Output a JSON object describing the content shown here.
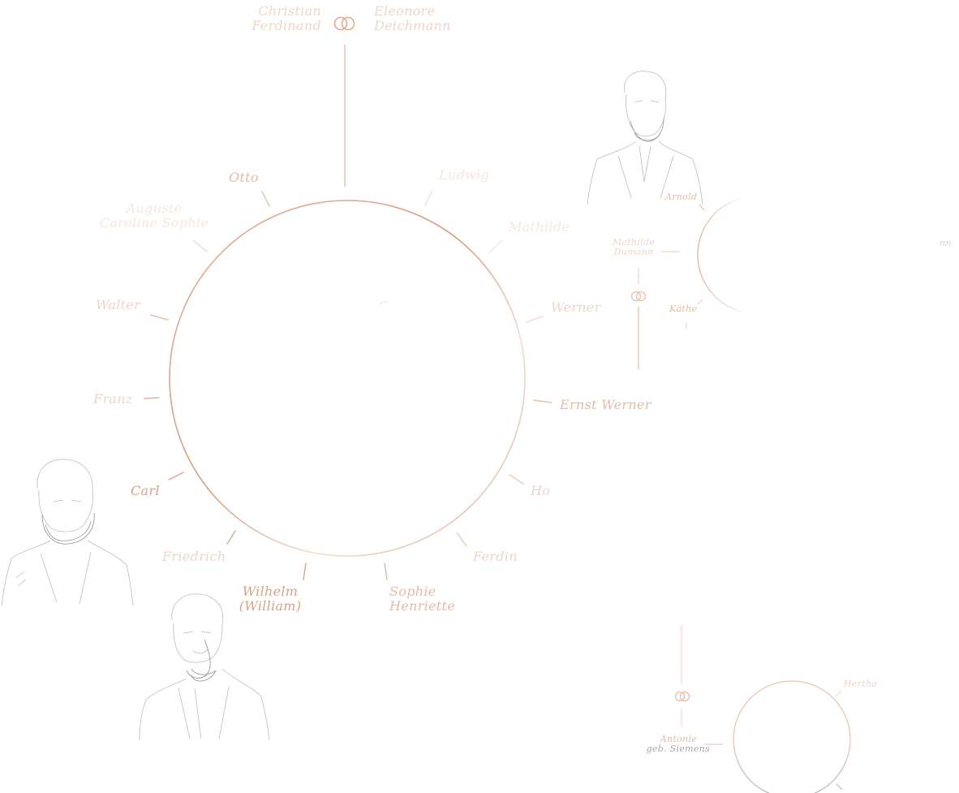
{
  "colors": {
    "accent": "#d9a488",
    "accent_light": "#eccbb9",
    "sketch": "#b9b9b9",
    "background": "#ffffff"
  },
  "parents": {
    "father": [
      "Christian",
      "Ferdinand"
    ],
    "mother": [
      "Eleonore",
      "Deichmann"
    ],
    "marriage_icon": "wedding-rings-icon"
  },
  "children": [
    {
      "name": "Otto"
    },
    {
      "name": "Ludwig"
    },
    {
      "name": "Mathilde"
    },
    {
      "name": "Werner"
    },
    {
      "name": "Ernst Werner"
    },
    {
      "name": "Ho"
    },
    {
      "name": "Ferdin"
    },
    {
      "name": "Sophie",
      "line2": "Henriette"
    },
    {
      "name": "Wilhelm",
      "line2": "(William)"
    },
    {
      "name": "Friedrich"
    },
    {
      "name": "Carl"
    },
    {
      "name": "Franz"
    },
    {
      "name": "Walter"
    },
    {
      "name": "Auguste",
      "line2": "Caroline Sophie"
    }
  ],
  "werner_family": {
    "spouse": [
      "Mathilde",
      "Dumann"
    ],
    "marriage_icon": "wedding-rings-icon",
    "children": [
      "Arnold",
      "Käthe"
    ],
    "truncated_right": "nn"
  },
  "second_family": {
    "spouse": [
      "Antonie",
      "geb. Siemens"
    ],
    "marriage_icon": "wedding-rings-icon",
    "children": [
      "Hertha"
    ]
  },
  "portraits": [
    {
      "id": "portrait-arnold",
      "description": "sketch portrait of bearded man"
    },
    {
      "id": "portrait-carl",
      "description": "sketch portrait of bearded man"
    },
    {
      "id": "portrait-wilhelm",
      "description": "sketch portrait of man with beard and cravat"
    }
  ]
}
